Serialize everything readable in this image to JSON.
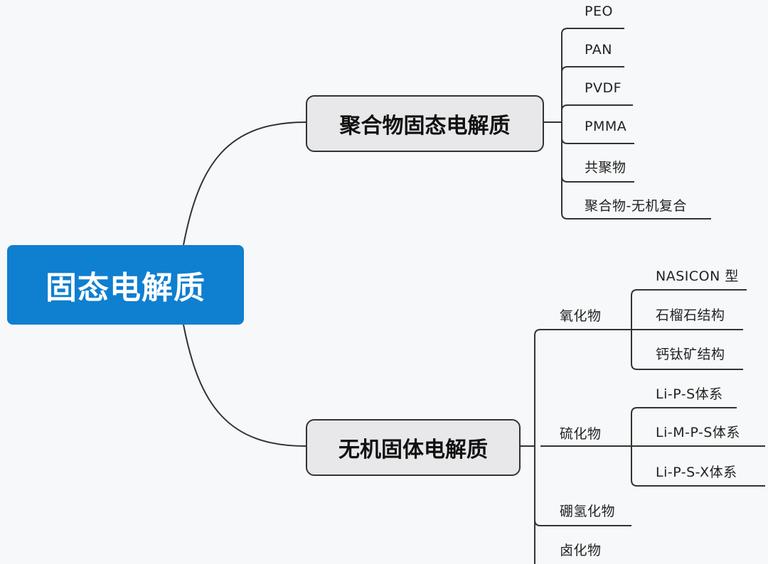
{
  "root": {
    "label": "固态电解质"
  },
  "polymer": {
    "label": "聚合物固态电解质",
    "items": [
      "PEO",
      "PAN",
      "PVDF",
      "PMMA",
      "共聚物",
      "聚合物-无机复合"
    ]
  },
  "inorganic": {
    "label": "无机固体电解质",
    "groups": [
      {
        "label": "氧化物",
        "children": [
          "NASICON 型",
          "石榴石结构",
          "钙钛矿结构"
        ]
      },
      {
        "label": "硫化物",
        "children": [
          "Li-P-S体系",
          "Li-M-P-S体系",
          "Li-P-S-X体系"
        ]
      },
      {
        "label": "硼氢化物",
        "children": []
      },
      {
        "label": "卤化物",
        "children": []
      }
    ]
  },
  "colors": {
    "root_bg": "#0f7fd0",
    "branch_bg": "#e8e8ea",
    "line": "#333333"
  }
}
